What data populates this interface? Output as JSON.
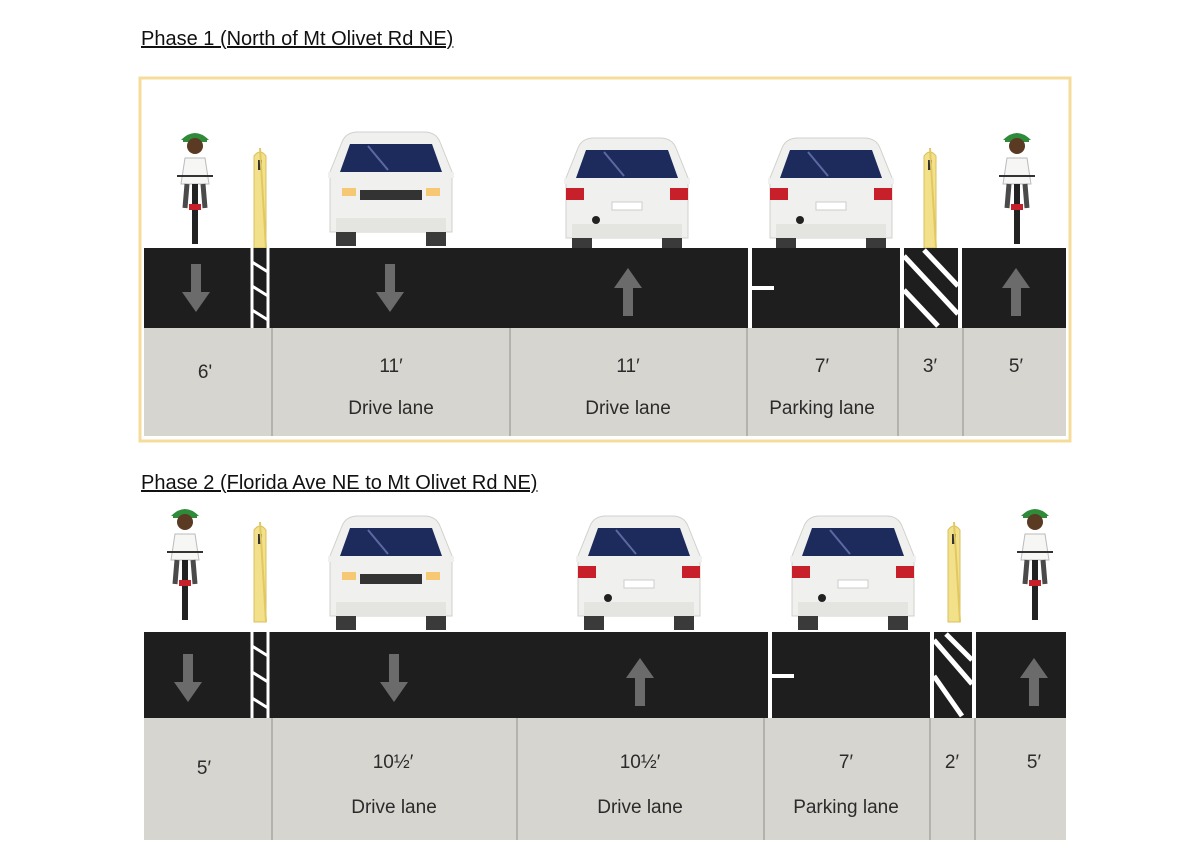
{
  "phases": [
    {
      "title": "Phase 1 (North of Mt Olivet Rd NE)",
      "segments": [
        {
          "type": "bike-lane-down",
          "width": "6'",
          "label": ""
        },
        {
          "type": "buffer-posts",
          "width": "",
          "label": ""
        },
        {
          "type": "drive-lane-down",
          "width": "11′",
          "label": "Drive lane"
        },
        {
          "type": "drive-lane-up",
          "width": "11′",
          "label": "Drive lane"
        },
        {
          "type": "parking-lane",
          "width": "7′",
          "label": "Parking lane"
        },
        {
          "type": "buffer-hatched",
          "width": "3′",
          "label": ""
        },
        {
          "type": "bike-lane-up",
          "width": "5′",
          "label": ""
        }
      ]
    },
    {
      "title": "Phase 2 (Florida Ave NE to Mt Olivet Rd NE)",
      "segments": [
        {
          "type": "bike-lane-down",
          "width": "5′",
          "label": ""
        },
        {
          "type": "buffer-posts",
          "width": "",
          "label": ""
        },
        {
          "type": "drive-lane-down",
          "width": "10½′",
          "label": "Drive lane"
        },
        {
          "type": "drive-lane-up",
          "width": "10½′",
          "label": "Drive lane"
        },
        {
          "type": "parking-lane",
          "width": "7′",
          "label": "Parking lane"
        },
        {
          "type": "buffer-hatched",
          "width": "2′",
          "label": ""
        },
        {
          "type": "bike-lane-up",
          "width": "5′",
          "label": ""
        }
      ]
    }
  ],
  "colors": {
    "road": "#1e1e1e",
    "sidewalk": "#d7d5d0",
    "divider": "#a8a6a0",
    "marking": "#ffffff",
    "arrow": "#6b6b6b",
    "car_body": "#f0f0ee",
    "windshield": "#1c2a5c",
    "post": "#f3e08a",
    "frame": "#f6dc9a",
    "helmet": "#2f8a3a",
    "tail_light": "#c8202a"
  }
}
